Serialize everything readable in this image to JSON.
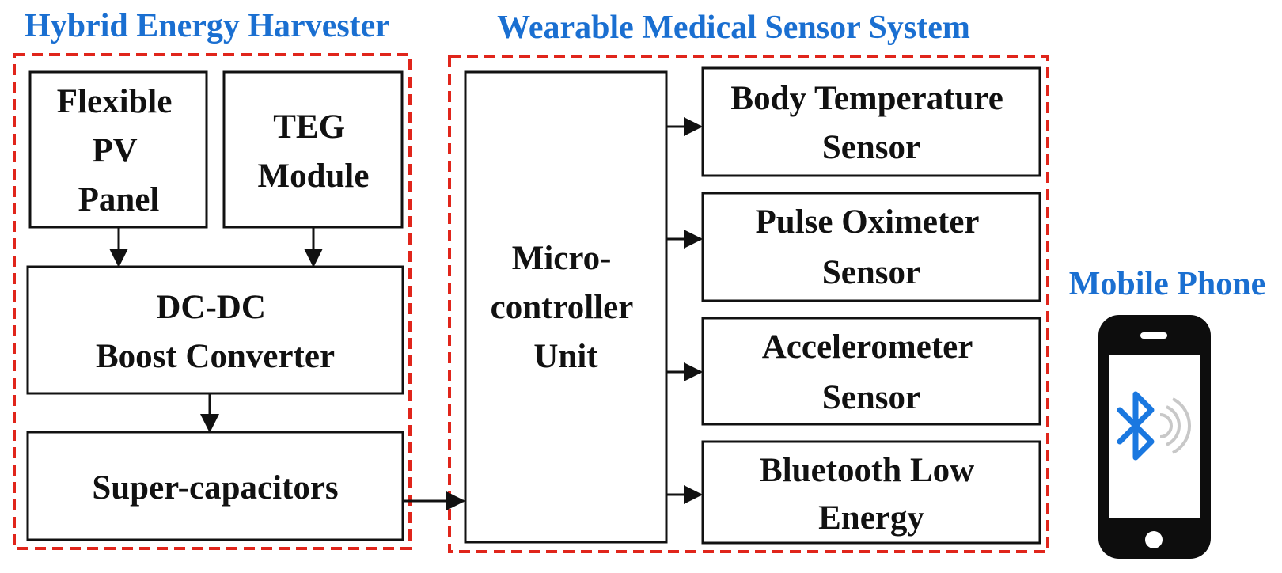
{
  "groups": {
    "harvester": {
      "title": "Hybrid Energy Harvester"
    },
    "wearable": {
      "title": "Wearable Medical Sensor System"
    },
    "phone": {
      "title": "Mobile Phone"
    }
  },
  "blocks": {
    "pv_panel": [
      "Flexible",
      "PV",
      "Panel"
    ],
    "teg_module": [
      "TEG",
      "Module"
    ],
    "boost_converter": [
      "DC-DC",
      "Boost Converter"
    ],
    "supercapacitors": [
      "Super-capacitors"
    ],
    "microcontroller": [
      "Micro-",
      "controller",
      "Unit"
    ],
    "body_temp_sensor": [
      "Body Temperature",
      "Sensor"
    ],
    "pulse_oximeter": [
      "Pulse Oximeter",
      "Sensor"
    ],
    "accelerometer": [
      "Accelerometer",
      "Sensor"
    ],
    "ble": [
      "Bluetooth Low",
      "Energy"
    ]
  },
  "colors": {
    "group_title": "#1a6fd1",
    "group_border": "#e0251b",
    "box_border": "#111111",
    "bluetooth": "#1a78e0"
  },
  "icons": {
    "phone": "mobile-phone-icon",
    "bluetooth": "bluetooth-icon",
    "signal": "wireless-signal-icon"
  }
}
